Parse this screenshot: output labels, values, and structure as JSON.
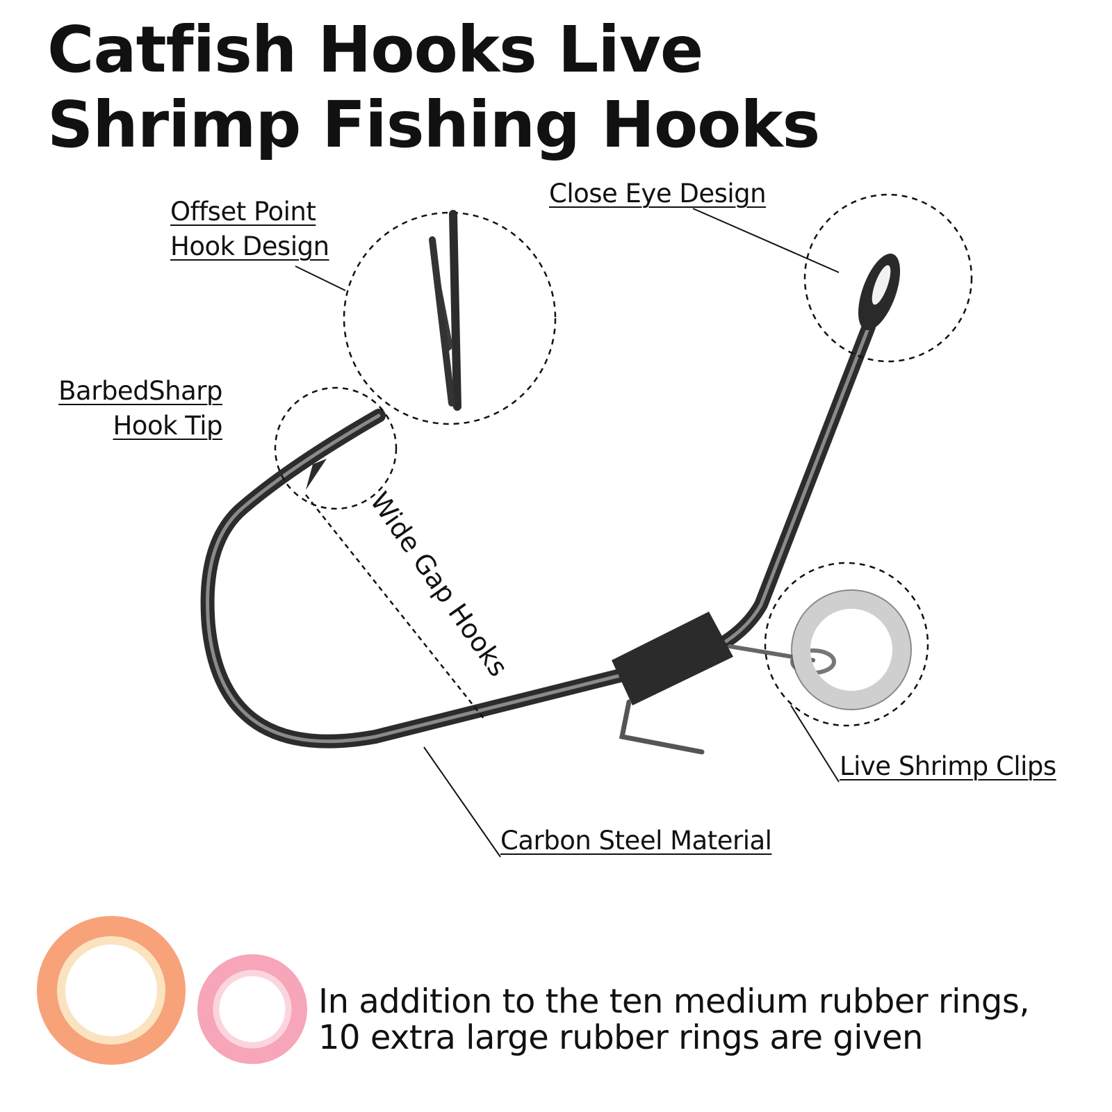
{
  "title": {
    "line1": "Catfish Hooks Live",
    "line2": "Shrimp Fishing Hooks"
  },
  "callouts": {
    "offset_point": [
      "Offset Point",
      "Hook Design"
    ],
    "close_eye": "Close Eye Design",
    "barbed_sharp": [
      "BarbedSharp",
      "Hook Tip"
    ],
    "wide_gap": "Wide Gap Hooks",
    "live_shrimp_clips": "Live Shrimp Clips",
    "carbon_steel": "Carbon Steel Material"
  },
  "footer": {
    "line1": "In addition to the ten medium rubber rings,",
    "line2": "10 extra large rubber rings are given"
  },
  "colors": {
    "hook_steel": "#3a3a3a",
    "sleeve": "#2b2b2b",
    "ring_large_outer": "#f8a27a",
    "ring_large_inner": "#fbe3c0",
    "ring_small_outer": "#f7a5b8",
    "ring_small_inner": "#fbd5dd",
    "clip_ring": "#c9c9c9"
  }
}
